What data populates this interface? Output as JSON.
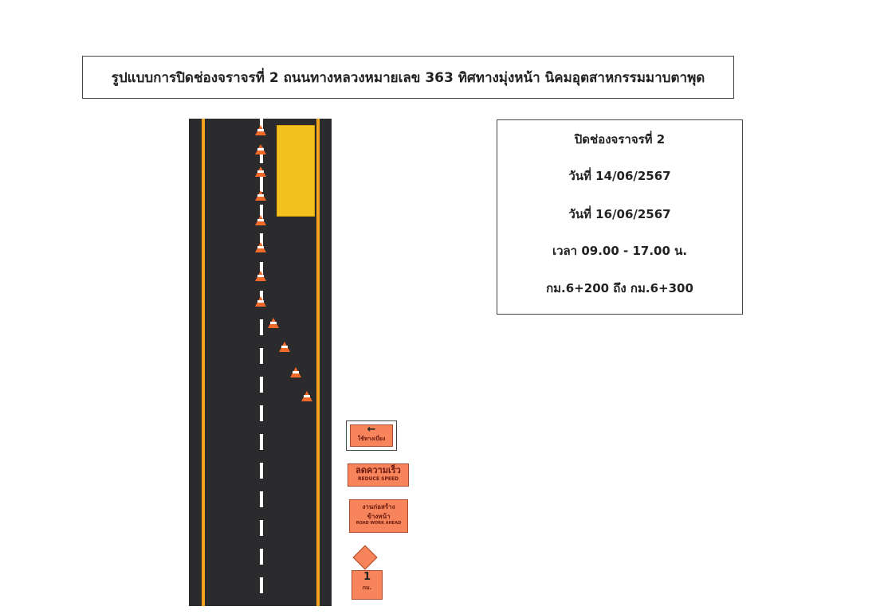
{
  "title": "รูปแบบการปิดช่องจราจรที่ 2 ถนนทางหลวงหมายเลข 363 ทิศทางมุ่งหน้า  นิคมอุตสาหกรรมมาบตาพุด",
  "info": {
    "line1": "ปิดช่องจราจรที่ 2",
    "line2": "วันที่ 14/06/2567",
    "line3": "วันที่ 16/06/2567",
    "line4": "เวลา 09.00 - 17.00 น.",
    "line5": "กม.6+200 ถึง  กม.6+300"
  },
  "signs": {
    "detour": "ใช้ทางเบี่ยง",
    "reduce_th": "ลดความเร็ว",
    "reduce_en": "REDUCE SPEED",
    "work_th1": "งานก่อสร้าง",
    "work_th2": "ข้างหน้า",
    "work_en": "ROAD WORK AHEAD",
    "km_num": "1",
    "km_unit": "กม."
  },
  "colors": {
    "road": "#2b2b2d",
    "edge_line": "#f5a21c",
    "work_zone": "#f4c21f",
    "sign": "#f7845a"
  }
}
